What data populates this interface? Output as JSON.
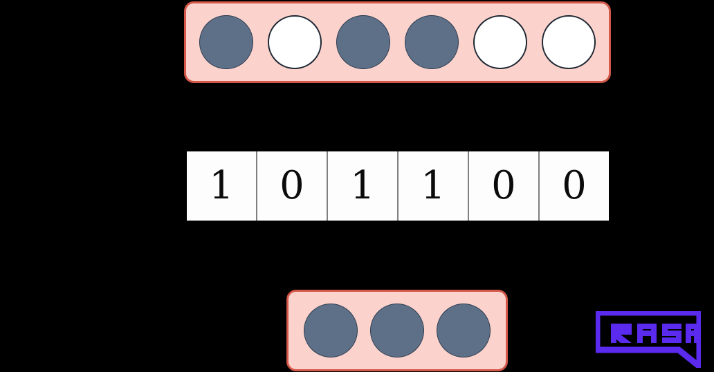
{
  "background_color": "#000000",
  "input_row": {
    "name": "input-token-row",
    "container_fill": "#FBD3CC",
    "container_border": "#D4584A",
    "filled_color": "#5E7087",
    "empty_color": "#FFFFFF",
    "tokens": [
      {
        "state": "filled",
        "value": 1
      },
      {
        "state": "empty",
        "value": 0
      },
      {
        "state": "filled",
        "value": 1
      },
      {
        "state": "filled",
        "value": 1
      },
      {
        "state": "empty",
        "value": 0
      },
      {
        "state": "empty",
        "value": 0
      }
    ]
  },
  "binary_strip": {
    "name": "binary-digit-strip",
    "cell_background": "#FDFDFD",
    "divider_color": "#808080",
    "text_color": "#0B0B0B",
    "digits": [
      "1",
      "0",
      "1",
      "1",
      "0",
      "0"
    ]
  },
  "output_row": {
    "name": "output-token-row",
    "container_fill": "#FBD3CC",
    "container_border": "#D4584A",
    "filled_color": "#5E7087",
    "count": 3,
    "tokens": [
      {
        "state": "filled"
      },
      {
        "state": "filled"
      },
      {
        "state": "filled"
      }
    ]
  },
  "logo": {
    "text": "RASA",
    "color": "#5A2BEE",
    "shape": "speech-bubble"
  }
}
